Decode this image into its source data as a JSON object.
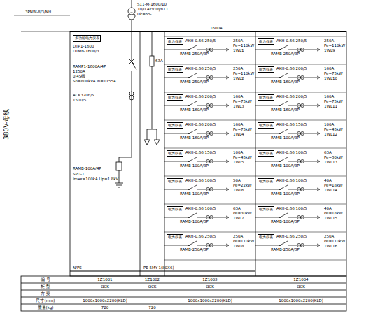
{
  "diagram": {
    "nodes": [
      {
        "text": [
          "多功能电力仪表"
        ]
      },
      {
        "text": [
          "电力仪表"
        ]
      },
      {
        "text": [
          "电力仪表"
        ]
      },
      {
        "text": [
          "电力仪表"
        ]
      },
      {
        "text": [
          "电力仪表"
        ]
      },
      {
        "text": [
          "电力仪表"
        ]
      },
      {
        "text": [
          "电力仪表"
        ]
      },
      {
        "text": [
          "电力仪表"
        ]
      },
      {
        "text": [
          "电力仪表"
        ]
      },
      {
        "text": [
          "电力仪表"
        ]
      },
      {
        "text": [
          "电力仪表"
        ]
      },
      {
        "text": [
          "电力仪表"
        ]
      },
      {
        "text": [
          "电力仪表"
        ]
      },
      {
        "text": [
          "电力仪表"
        ]
      },
      {
        "text": [
          "电力仪表"
        ]
      },
      {
        "text": [
          "电力仪表"
        ]
      },
      {
        "text": [
          "电力仪表"
        ]
      }
    ],
    "labels": [
      "S11-M-1600/10",
      "10/0.4kV Dyn11",
      "Uk=6%",
      "3PNW-8/3/NH",
      "1600A",
      "DTP1-1600",
      "DTMB-1600/3",
      "RAMP1-1600A/4P",
      "1250A",
      "0.4S级",
      "Sn=800kVA In=1155A",
      "ACR320E/S",
      "1500/5",
      "63A",
      "RAMB-100A/4P",
      "SPD-1",
      "Imax=100kA Up=1.8kV",
      "380V-母线",
      "N/PE",
      "PE 5MY-1(80X6)",
      "AKH-0.66 250/5",
      "RAMB-250A/3P",
      "250A",
      "Pe=110kW",
      "1WL1",
      "AKH-0.66 250/5",
      "RAMB-250A/3P",
      "250A",
      "Pe=110kW",
      "1WL2",
      "AKH-0.66 200/5",
      "RAMB-160A/3P",
      "160A",
      "Pe=75kW",
      "1WL3",
      "AKH-0.66 200/5",
      "RAMB-160A/3P",
      "160A",
      "Pe=75kW",
      "1WL4",
      "AKH-0.66 150/5",
      "RAMB-100A/3P",
      "100A",
      "Pe=45kW",
      "1WL5",
      "AKH-0.66 100/5",
      "RAMB-100A/3P",
      "50A",
      "Pe=22kW",
      "1WL6",
      "AKH-0.66 100/5",
      "RAMB-100A/3P",
      "63A",
      "Pe=30kW",
      "1WL7",
      "AKH-0.66 250/5",
      "RAMB-250A/3P",
      "250A",
      "Pe=110kW",
      "1WL8",
      "AKH-0.66 250/5",
      "RAMB-250A/3P",
      "250A",
      "Pe=110kW",
      "1WL9",
      "AKH-0.66 200/5",
      "RAMB-160A/3P",
      "160A",
      "Pe=75kW",
      "1WL10",
      "AKH-0.66 200/5",
      "RAMB-160A/3P",
      "160A",
      "Pe=75kW",
      "1WL11",
      "AKH-0.66 150/5",
      "RAMB-100A/3P",
      "100A",
      "Pe=45kW",
      "1WL12",
      "AKH-0.66 100/5",
      "RAMB-100A/3P",
      "63A",
      "Pe=30kW",
      "1WL13",
      "AKH-0.66 100/5",
      "RAMB-100A/3P",
      "40A",
      "Pe=18kW",
      "1WL14",
      "AKH-0.66 100/5",
      "RAMB-100A/3P",
      "40A",
      "Pe=18kW",
      "1WL15",
      "AKH-0.66 250/5",
      "RAMB-250A/3P",
      "250A",
      "Pe=110kW",
      "1WL16",
      "编  号",
      "柜  型",
      "方  案",
      "尺寸(mm)",
      "重量(kg)",
      "1Z1001",
      "1Z1002",
      "1Z1003",
      "1Z1004",
      "GCK",
      "GCK",
      "GCK",
      "GCK",
      "1000x1000x2200(KLD)",
      "1000x1000x2200(KLD)",
      "1000x1000x2200(KLD)",
      "720",
      "720"
    ]
  }
}
